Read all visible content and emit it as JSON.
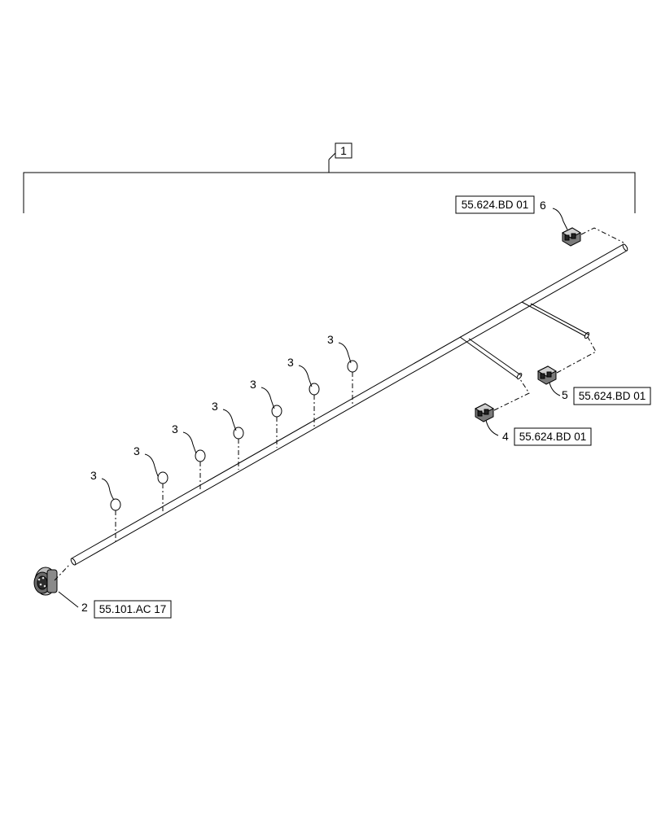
{
  "assembly_callout": "1",
  "items": [
    {
      "num": "2",
      "ref": "55.101.AC 17"
    },
    {
      "num": "3",
      "ref": ""
    },
    {
      "num": "4",
      "ref": "55.624.BD 01"
    },
    {
      "num": "5",
      "ref": "55.624.BD 01"
    },
    {
      "num": "6",
      "ref": "55.624.BD 01"
    }
  ]
}
